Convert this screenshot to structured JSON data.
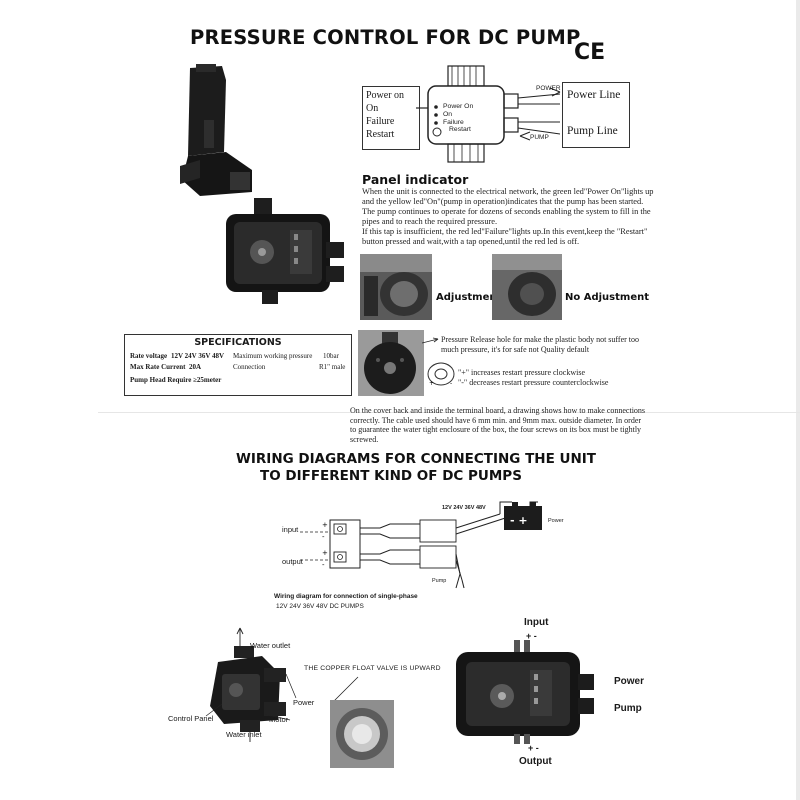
{
  "header": {
    "title": "PRESSURE CONTROL FOR DC PUMP",
    "ce_mark": "CE"
  },
  "device_legend": {
    "box_left": [
      "Power on",
      "On",
      "Failure",
      "Restart"
    ],
    "panel_leds": [
      "Power On",
      "On",
      "Failure"
    ],
    "panel_button": "Restart",
    "arrow_power": "POWER",
    "arrow_pump": "PUMP",
    "box_power_line": "Power Line",
    "box_pump_line": "Pump Line"
  },
  "panel_indicator": {
    "heading": "Panel indicator",
    "lines": [
      "When the unit is connected to the electrical network, the green led\"Power On\"lights up",
      "and the yellow led\"On\"(pump in operation)indicates that the pump has been started.",
      "The pump continues to operate for dozens of seconds enabling the system to fill in the",
      "pipes and to reach the required pressure.",
      "If this tap is insufficient, the red led\"Failure\"lights up.In this event,keep the \"Restart\"",
      "button pressed and wait,with a tap opened,until the red led is off."
    ]
  },
  "adjustment": {
    "adjustment_label": "Adjustment",
    "no_adjustment_label": "No Adjustment"
  },
  "specifications": {
    "heading": "SPECIFICATIONS",
    "rate_voltage_label": "Rate voltage",
    "rate_voltage_value": "12V 24V 36V 48V",
    "max_pressure_label": "Maximum working pressure",
    "max_pressure_value": "10bar",
    "max_current_label": "Max Rate Current",
    "max_current_value": "20A",
    "connection_label": "Connection",
    "connection_value": "R1\" male",
    "pump_head": "Pump Head Require ≥25meter"
  },
  "pressure_release": {
    "lines": [
      "Pressure Release hole for make the plastic body not suffer too",
      "much pressure, it's for safe not Quality default"
    ],
    "plus_note": "\"+\" increases restart pressure clockwise",
    "minus_note": "\"-\" decreases restart pressure counterclockwise"
  },
  "cover_note": {
    "lines": [
      "On the cover back and inside the terminal board, a drawing shows how to make connections",
      "correctly. The cable used should have 6 mm min. and 9mm max. outside diameter. In order",
      "to guarantee the water tight enclosure of the box, the four screws on its box must be tightly",
      "screwed."
    ]
  },
  "wiring": {
    "heading_line1": "WIRING DIAGRAMS FOR CONNECTING THE UNIT",
    "heading_line2": "TO DIFFERENT KIND OF DC PUMPS",
    "input_label": "input",
    "output_label": "output",
    "voltages": "12V  24V  36V 48V",
    "power_label": "Power",
    "pump_label": "Pump",
    "caption_line1": "Wiring diagram for connection of single-phase",
    "caption_line2": "12V 24V 36V 48V DC PUMPS"
  },
  "install": {
    "water_outlet": "Water outlet",
    "power": "Power",
    "control_panel": "Control Panel",
    "motor": "Motor",
    "water_inlet": "Water inlet",
    "valve_note": "THE COPPER FLOAT VALVE IS UPWARD"
  },
  "connection_photo": {
    "input": "Input",
    "input_polarity": "+ -",
    "output": "Output",
    "output_polarity": "+ -",
    "power": "Power",
    "pump": "Pump"
  }
}
